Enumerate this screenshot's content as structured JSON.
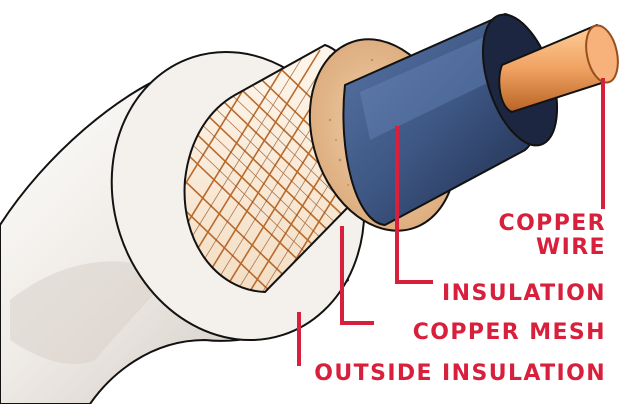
{
  "colors": {
    "label": "#d81f3b",
    "copper": "#f0a262",
    "copper_dark": "#9a4e1c",
    "insulation_blue": "#39517c",
    "foam": "#dcae82",
    "outer_jacket": "#ece7e1",
    "outline": "#121212"
  },
  "labels": {
    "copper_wire_line1": "COPPER",
    "copper_wire_line2": "WIRE",
    "insulation": "INSULATION",
    "copper_mesh": "COPPER MESH",
    "outside_insulation": "OUTSIDE INSULATION"
  }
}
